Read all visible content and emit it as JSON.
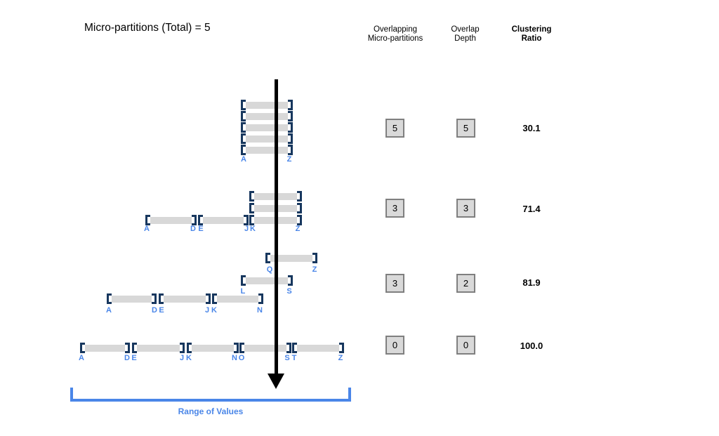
{
  "title": "Micro-partitions (Total) = 5",
  "columns": {
    "overlapping_line1": "Overlapping",
    "overlapping_line2": "Micro-partitions",
    "depth_line1": "Overlap",
    "depth_line2": "Depth",
    "ratio_line1": "Clustering",
    "ratio_line2": "Ratio"
  },
  "rows": [
    {
      "overlapping": "5",
      "depth": "5",
      "ratio": "30.1",
      "partitions": [
        {
          "start": "A",
          "end": "Z"
        },
        {
          "start": "A",
          "end": "Z"
        },
        {
          "start": "A",
          "end": "Z"
        },
        {
          "start": "A",
          "end": "Z"
        },
        {
          "start": "A",
          "end": "Z"
        }
      ]
    },
    {
      "overlapping": "3",
      "depth": "3",
      "ratio": "71.4",
      "partitions": [
        {
          "start": "K",
          "end": "Z"
        },
        {
          "start": "K",
          "end": "Z"
        },
        {
          "start": "A",
          "end": "D"
        },
        {
          "start": "E",
          "end": "J"
        },
        {
          "start": "K",
          "end": "Z"
        }
      ]
    },
    {
      "overlapping": "3",
      "depth": "2",
      "ratio": "81.9",
      "partitions": [
        {
          "start": "Q",
          "end": "Z"
        },
        {
          "start": "L",
          "end": "S"
        },
        {
          "start": "A",
          "end": "D"
        },
        {
          "start": "E",
          "end": "J"
        },
        {
          "start": "K",
          "end": "N"
        }
      ]
    },
    {
      "overlapping": "0",
      "depth": "0",
      "ratio": "100.0",
      "partitions": [
        {
          "start": "A",
          "end": "D"
        },
        {
          "start": "E",
          "end": "J"
        },
        {
          "start": "K",
          "end": "N"
        },
        {
          "start": "O",
          "end": "S"
        },
        {
          "start": "T",
          "end": "Z"
        }
      ]
    }
  ],
  "footer": {
    "range_label": "Range of Values"
  },
  "colors": {
    "bracket_navy": "#17375E",
    "partition_gray": "#D8D8D8",
    "label_blue": "#4A86E8",
    "box_fill": "#D9D9D9",
    "box_border": "#7F7F7F",
    "axis_black": "#000000"
  }
}
